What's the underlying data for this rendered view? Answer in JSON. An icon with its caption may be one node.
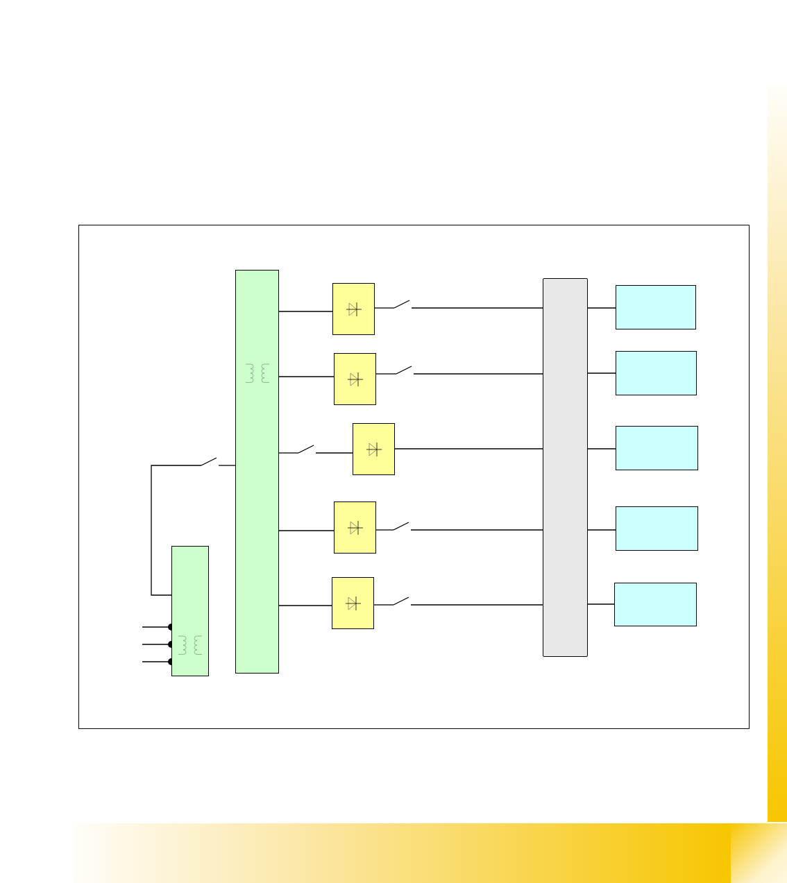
{
  "diagram": {
    "nodes": [
      {
        "text": [],
        "shape": "box"
      },
      {
        "text": [],
        "shape": "box"
      },
      {
        "text": [],
        "shape": "box"
      },
      {
        "text": [],
        "shape": "box"
      },
      {
        "text": [],
        "shape": "box"
      },
      {
        "text": [],
        "shape": "box"
      },
      {
        "text": [],
        "shape": "box"
      },
      {
        "text": [],
        "shape": "bar"
      },
      {
        "text": [],
        "shape": "box"
      },
      {
        "text": [],
        "shape": "box"
      },
      {
        "text": [],
        "shape": "box"
      },
      {
        "text": [],
        "shape": "box"
      },
      {
        "text": [],
        "shape": "box"
      },
      {
        "text": [],
        "shape": "switch"
      },
      {
        "text": [],
        "shape": "switch"
      },
      {
        "text": [],
        "shape": "switch"
      },
      {
        "text": [],
        "shape": "switch"
      },
      {
        "text": [],
        "shape": "switch"
      },
      {
        "text": [],
        "shape": "switch"
      }
    ],
    "edges": [
      {
        "from": null,
        "to": 0,
        "arrow": "other"
      },
      {
        "from": null,
        "to": 0,
        "arrow": "other"
      },
      {
        "from": null,
        "to": 0,
        "arrow": "other"
      },
      {
        "from": 0,
        "to": 13,
        "arrow": "none"
      },
      {
        "from": 13,
        "to": 1,
        "arrow": "none"
      },
      {
        "from": 1,
        "to": 2,
        "arrow": "none"
      },
      {
        "from": 1,
        "to": 3,
        "arrow": "none"
      },
      {
        "from": 1,
        "to": 14,
        "arrow": "none"
      },
      {
        "from": 14,
        "to": 4,
        "arrow": "none"
      },
      {
        "from": 1,
        "to": 5,
        "arrow": "none"
      },
      {
        "from": 1,
        "to": 6,
        "arrow": "none"
      },
      {
        "from": 2,
        "to": 15,
        "arrow": "none"
      },
      {
        "from": 15,
        "to": 7,
        "arrow": "none"
      },
      {
        "from": 3,
        "to": 16,
        "arrow": "none"
      },
      {
        "from": 16,
        "to": 7,
        "arrow": "none"
      },
      {
        "from": 4,
        "to": 7,
        "arrow": "none"
      },
      {
        "from": 5,
        "to": 17,
        "arrow": "none"
      },
      {
        "from": 17,
        "to": 7,
        "arrow": "none"
      },
      {
        "from": 6,
        "to": 18,
        "arrow": "none"
      },
      {
        "from": 18,
        "to": 7,
        "arrow": "none"
      },
      {
        "from": 7,
        "to": 8,
        "arrow": "none"
      },
      {
        "from": 7,
        "to": 9,
        "arrow": "none"
      },
      {
        "from": 7,
        "to": 10,
        "arrow": "none"
      },
      {
        "from": 7,
        "to": 11,
        "arrow": "none"
      },
      {
        "from": 7,
        "to": 12,
        "arrow": "none"
      }
    ]
  }
}
